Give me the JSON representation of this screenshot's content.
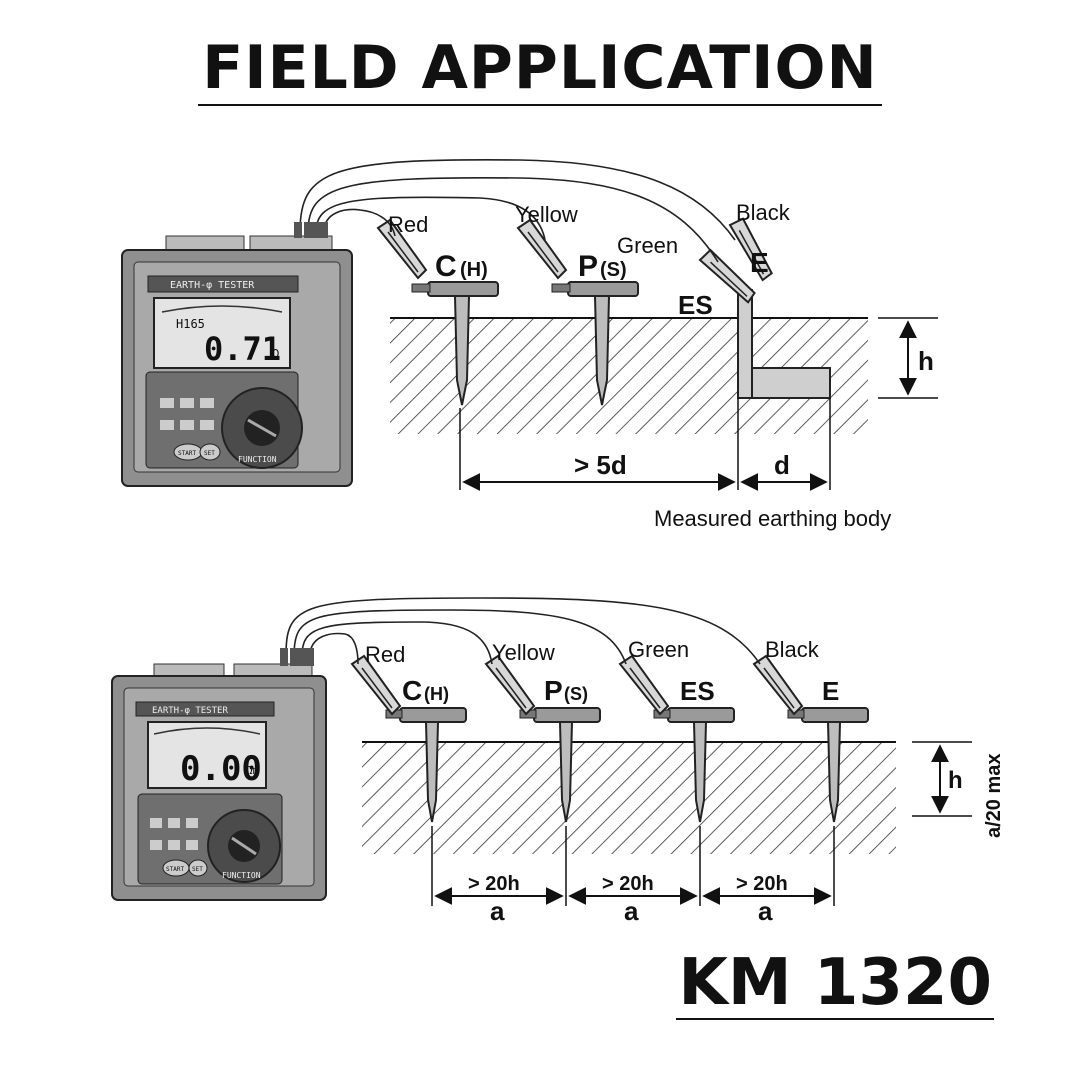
{
  "page": {
    "title": "FIELD APPLICATION",
    "model": "KM 1320"
  },
  "diagram1": {
    "leads": {
      "red": "Red",
      "yellow": "Yellow",
      "green": "Green",
      "black": "Black"
    },
    "terminals": {
      "c": "C",
      "c_sub": "(H)",
      "p": "P",
      "p_sub": "(S)",
      "e": "E",
      "es": "ES"
    },
    "depth_label": "h",
    "spacing_label": "> 5d",
    "body_width_label": "d",
    "caption": "Measured earthing body",
    "device": {
      "brand": "EARTH-φ TESTER",
      "mode": "H165",
      "reading": "0.71",
      "unit": "Ω",
      "knob": "FUNCTION",
      "start": "START",
      "key2": "SET"
    }
  },
  "diagram2": {
    "leads": {
      "red": "Red",
      "yellow": "Yellow",
      "green": "Green",
      "black": "Black"
    },
    "terminals": {
      "c": "C",
      "c_sub": "(H)",
      "p": "P",
      "p_sub": "(S)",
      "es": "ES",
      "e": "E"
    },
    "depth_label": "h",
    "depth_limit": "a/20 max",
    "spacing_1": "> 20h",
    "spacing_2": "> 20h",
    "spacing_3": "> 20h",
    "a_1": "a",
    "a_2": "a",
    "a_3": "a",
    "device": {
      "brand": "EARTH-φ TESTER",
      "reading": "0.00",
      "unit": "Ωm",
      "knob": "FUNCTION",
      "start": "START",
      "key2": "SET"
    }
  }
}
